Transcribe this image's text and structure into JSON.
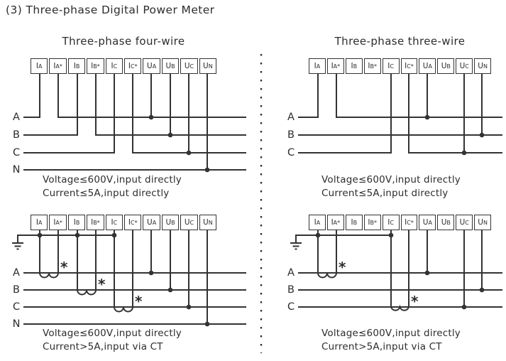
{
  "title": "(3) Three-phase Digital Power Meter",
  "colors": {
    "ink": "#333333",
    "background": "#ffffff"
  },
  "terminals": [
    {
      "p": "I",
      "s": "A"
    },
    {
      "p": "I",
      "s": "A*"
    },
    {
      "p": "I",
      "s": "B"
    },
    {
      "p": "I",
      "s": "B*"
    },
    {
      "p": "I",
      "s": "C"
    },
    {
      "p": "I",
      "s": "C*"
    },
    {
      "p": "U",
      "s": "A"
    },
    {
      "p": "U",
      "s": "B"
    },
    {
      "p": "U",
      "s": "C"
    },
    {
      "p": "U",
      "s": "N"
    }
  ],
  "ct_polarity_mark": "*",
  "sections": {
    "four_wire": {
      "heading": "Three-phase four-wire",
      "line_labels": [
        "A",
        "B",
        "C",
        "N"
      ],
      "direct": {
        "captions": [
          "Voltage≤600V,input directly",
          "Current≤5A,input directly"
        ]
      },
      "ct": {
        "captions": [
          "Voltage≤600V,input directly",
          "Current>5A,input via CT"
        ]
      }
    },
    "three_wire": {
      "heading": "Three-phase three-wire",
      "line_labels": [
        "A",
        "B",
        "C"
      ],
      "direct": {
        "captions": [
          "Voltage≤600V,input directly",
          "Current≤5A,input directly"
        ]
      },
      "ct": {
        "captions": [
          "Voltage≤600V,input directly",
          "Current>5A,input via CT"
        ]
      }
    }
  }
}
